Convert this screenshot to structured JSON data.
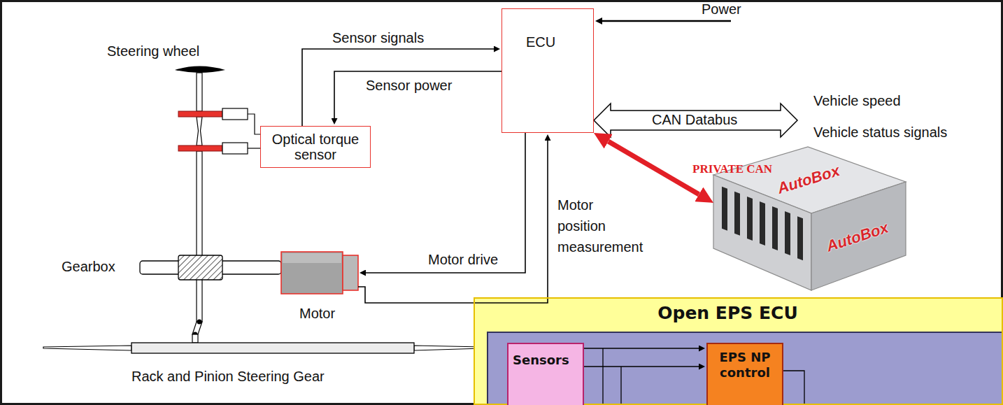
{
  "diagram": {
    "nodes": [
      {
        "text": [
          "ECU"
        ]
      },
      {
        "text": [
          "Optical torque sensor"
        ]
      },
      {
        "text": [
          "Motor"
        ]
      },
      {
        "text": [
          "AutoBox",
          "AutoBox"
        ]
      },
      {
        "text": [
          "Open EPS ECU"
        ]
      },
      {
        "text": [
          "Sensors"
        ],
        "in": 4
      },
      {
        "text": [
          "EPS NP control"
        ],
        "in": 4
      }
    ],
    "edges": [
      {
        "from": 1,
        "to": 0,
        "arrow": "to",
        "label": "Sensor signals"
      },
      {
        "from": 0,
        "to": 1,
        "arrow": "to",
        "label": "Sensor power"
      },
      {
        "from": 0,
        "to": 2,
        "arrow": "to",
        "label": "Motor drive"
      },
      {
        "from": 2,
        "to": 0,
        "arrow": "to",
        "label": "Motor position measurement"
      },
      {
        "from": 0,
        "to": 3,
        "arrow": "both",
        "label": "PRIVATE CAN"
      },
      {
        "from": 5,
        "to": 6,
        "arrow": "to"
      },
      {
        "from": 5,
        "to": 6,
        "arrow": "to"
      }
    ],
    "labels": [
      "Steering wheel",
      "Power",
      "CAN Databus",
      "Vehicle speed",
      "Vehicle status signals",
      "Gearbox",
      "Rack and Pinion Steering Gear"
    ]
  }
}
